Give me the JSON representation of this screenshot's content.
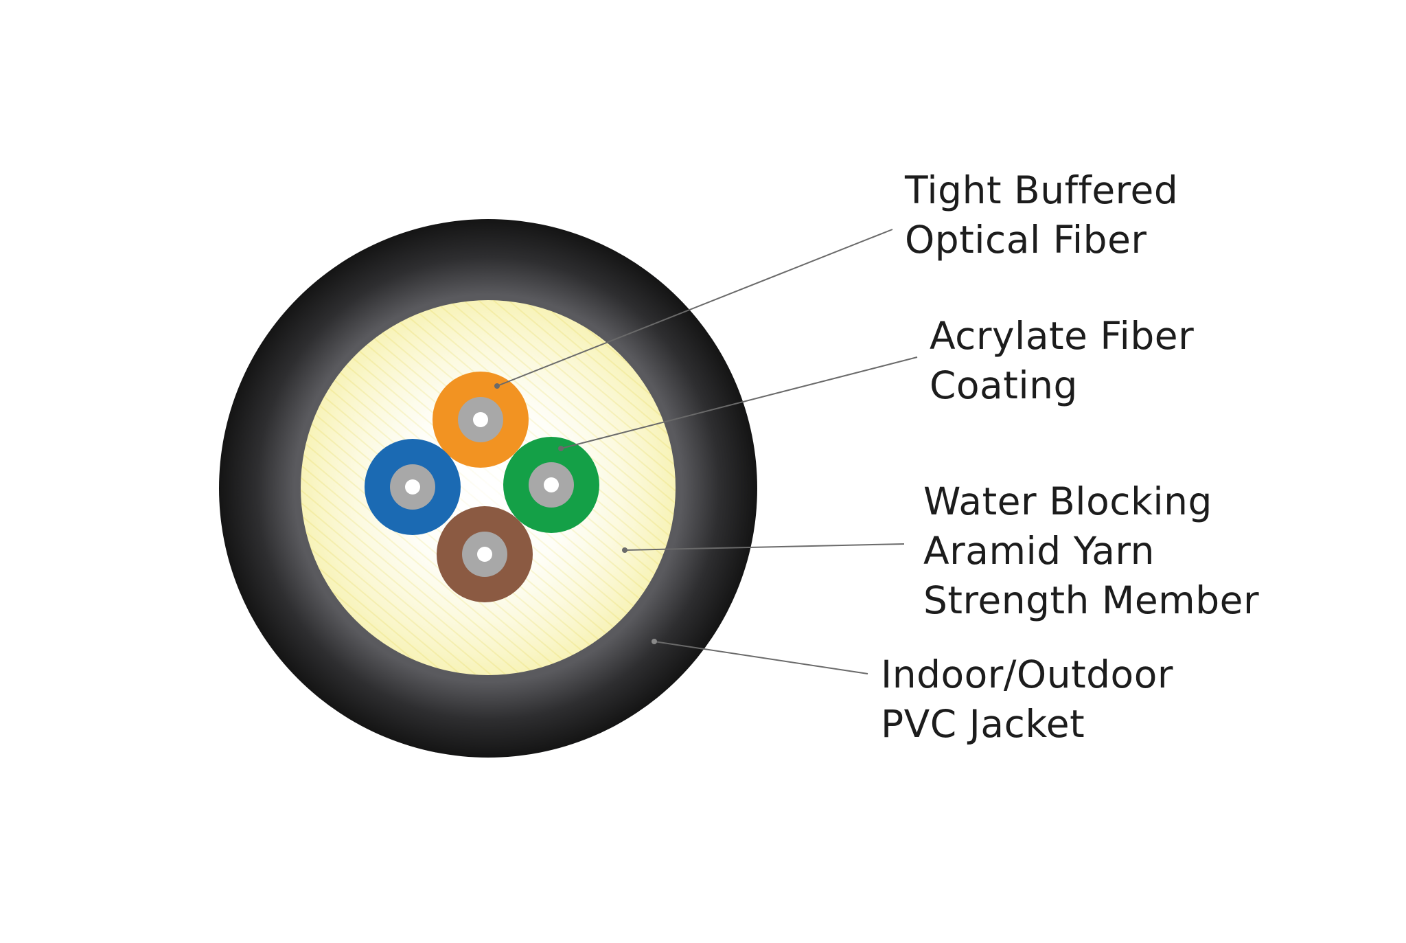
{
  "colors": {
    "background": "#ffffff",
    "jacket": "#1e1e1e",
    "yarn": "#fbf7c8",
    "fiber_orange": "#f29322",
    "fiber_green": "#14a047",
    "fiber_blue": "#1b6ab3",
    "fiber_brown": "#8b5a42",
    "fiber_coating": "#a8a8a8",
    "fiber_core": "#ffffff",
    "leader_line": "#6a6a6a"
  },
  "labels": {
    "tight_buffered": {
      "line1": "Tight Buffered",
      "line2": "Optical Fiber"
    },
    "acrylate": {
      "line1": "Acrylate Fiber",
      "line2": "Coating"
    },
    "water_blocking": {
      "line1": "Water Blocking",
      "line2": "Aramid Yarn",
      "line3": "Strength Member"
    },
    "jacket": {
      "line1": "Indoor/Outdoor",
      "line2": "PVC Jacket"
    }
  }
}
